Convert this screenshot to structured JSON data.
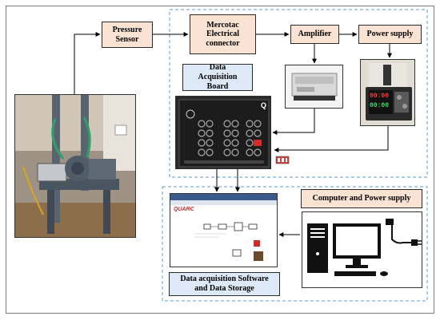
{
  "labels": {
    "pressure_sensor": "Pressure Sensor",
    "mercotac": "Mercotac Electrical connector",
    "amplifier": "Amplifier",
    "power_supply": "Power supply",
    "daq_board": "Data Acquisition Board",
    "computer_power": "Computer and Power supply",
    "daq_software": "Data acquisition Software and Data Storage"
  },
  "photo_text": {
    "software_logo": "QUARC",
    "psu_display": [
      "00:00",
      "00:00"
    ]
  },
  "colors": {
    "peach_box": "#fbe3d4",
    "blue_box": "#dde9f6",
    "dashed_border": "#5b9bd5",
    "arrow": "#000000"
  }
}
